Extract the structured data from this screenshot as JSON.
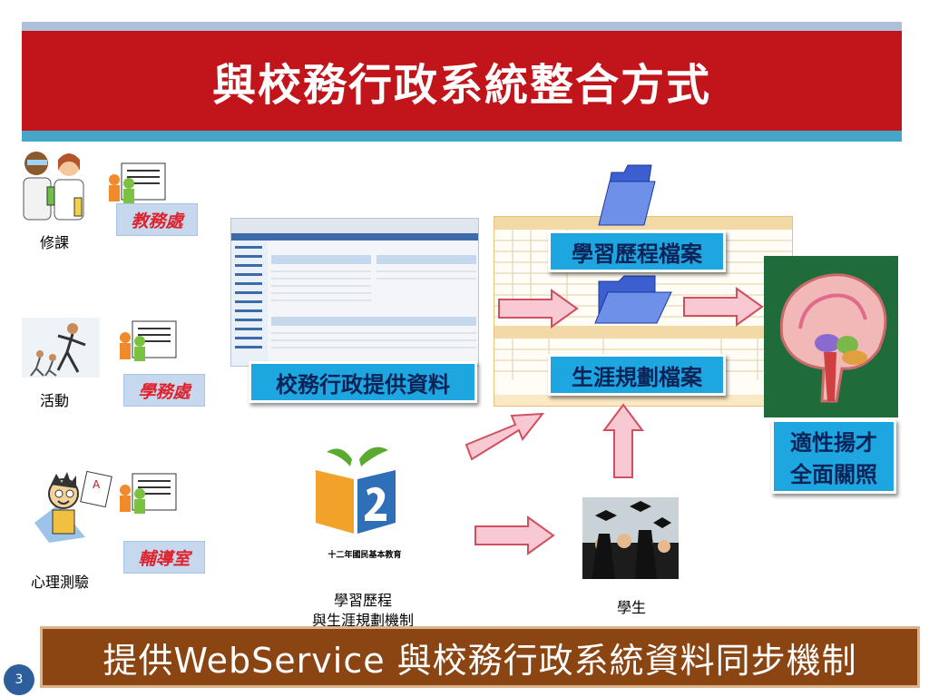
{
  "title": "與校務行政系統整合方式",
  "people": [
    {
      "label": "修課",
      "office": "教務處"
    },
    {
      "label": "活動",
      "office": "學務處"
    },
    {
      "label": "心理測驗",
      "office": "輔導室"
    }
  ],
  "boxes": {
    "admin_data": "校務行政提供資料",
    "learning_portfolio": "學習歷程檔案",
    "career_file": "生涯規劃檔案",
    "outcome_line1": "適性揚才",
    "outcome_line2": "全面關照"
  },
  "logo": {
    "caption": "十二年國民基本教育",
    "label_line1": "學習歷程",
    "label_line2": "與生涯規劃機制"
  },
  "student_label": "學生",
  "bottom_text": "提供WebService 與校務行政系統資料同步機制",
  "page_number": "3",
  "colors": {
    "title_bg": "#c1141b",
    "accent_blue": "#1da6e0",
    "bottom_bg": "#8b4513",
    "arrow_fill": "#f8c9d2",
    "arrow_stroke": "#d0505f"
  }
}
